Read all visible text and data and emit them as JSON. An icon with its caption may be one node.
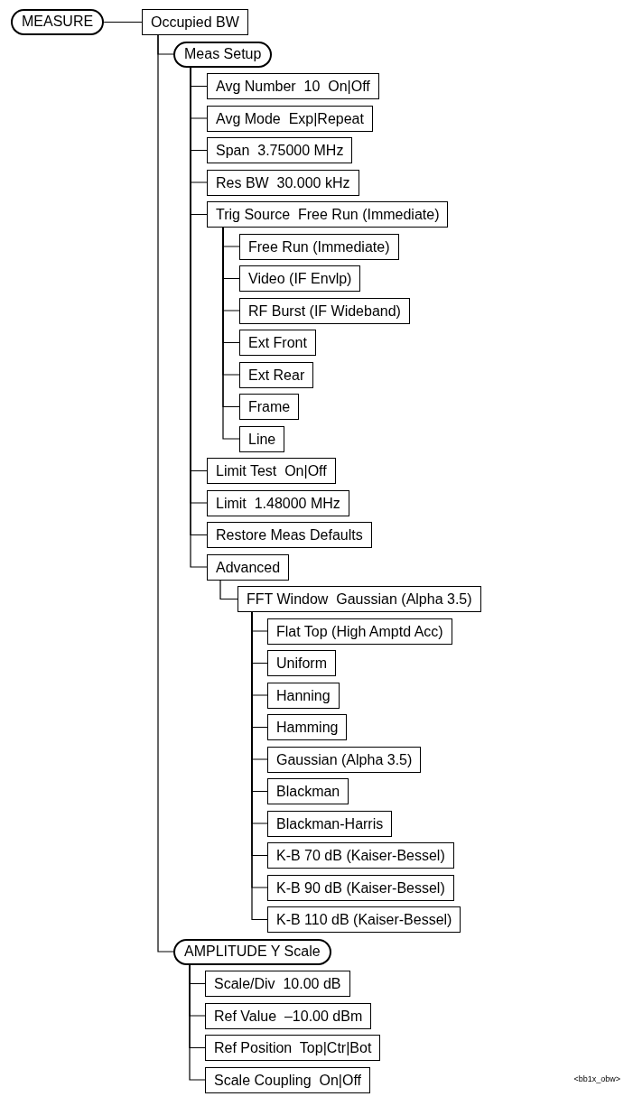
{
  "diagram": {
    "nodes": [
      {
        "text": [
          "MEASURE"
        ]
      },
      {
        "text": [
          "Occupied BW"
        ]
      },
      {
        "text": [
          "Meas Setup"
        ]
      },
      {
        "text": [
          "Avg Number  10  On|Off"
        ]
      },
      {
        "text": [
          "Avg Mode  Exp|Repeat"
        ]
      },
      {
        "text": [
          "Span  3.75000 MHz"
        ]
      },
      {
        "text": [
          "Res BW  30.000 kHz"
        ]
      },
      {
        "text": [
          "Trig Source  Free Run (Immediate)"
        ]
      },
      {
        "text": [
          "Free Run (Immediate)"
        ]
      },
      {
        "text": [
          "Video (IF Envlp)"
        ]
      },
      {
        "text": [
          "RF Burst (IF Wideband)"
        ]
      },
      {
        "text": [
          "Ext Front"
        ]
      },
      {
        "text": [
          "Ext Rear"
        ]
      },
      {
        "text": [
          "Frame"
        ]
      },
      {
        "text": [
          "Line"
        ]
      },
      {
        "text": [
          "Limit Test  On|Off"
        ]
      },
      {
        "text": [
          "Limit  1.48000 MHz"
        ]
      },
      {
        "text": [
          "Restore Meas Defaults"
        ]
      },
      {
        "text": [
          "Advanced"
        ]
      },
      {
        "text": [
          "FFT Window  Gaussian (Alpha 3.5)"
        ]
      },
      {
        "text": [
          "Flat Top (High Amptd Acc)"
        ]
      },
      {
        "text": [
          "Uniform"
        ]
      },
      {
        "text": [
          "Hanning"
        ]
      },
      {
        "text": [
          "Hamming"
        ]
      },
      {
        "text": [
          "Gaussian (Alpha 3.5)"
        ]
      },
      {
        "text": [
          "Blackman"
        ]
      },
      {
        "text": [
          "Blackman-Harris"
        ]
      },
      {
        "text": [
          "K-B 70 dB (Kaiser-Bessel)"
        ]
      },
      {
        "text": [
          "K-B 90 dB (Kaiser-Bessel)"
        ]
      },
      {
        "text": [
          "K-B 110 dB (Kaiser-Bessel)"
        ]
      },
      {
        "text": [
          "AMPLITUDE Y Scale"
        ]
      },
      {
        "text": [
          "Scale/Div  10.00 dB"
        ]
      },
      {
        "text": [
          "Ref Value  –10.00 dBm"
        ]
      },
      {
        "text": [
          "Ref Position  Top|Ctr|Bot"
        ]
      },
      {
        "text": [
          "Scale Coupling  On|Off"
        ]
      }
    ],
    "edges": [
      {
        "from": 0,
        "to": 1,
        "arrow": "none"
      },
      {
        "from": 1,
        "to": 2,
        "arrow": "none"
      },
      {
        "from": 2,
        "to": 3,
        "arrow": "none"
      },
      {
        "from": 2,
        "to": 4,
        "arrow": "none"
      },
      {
        "from": 2,
        "to": 5,
        "arrow": "none"
      },
      {
        "from": 2,
        "to": 6,
        "arrow": "none"
      },
      {
        "from": 2,
        "to": 7,
        "arrow": "none"
      },
      {
        "from": 7,
        "to": 8,
        "arrow": "none"
      },
      {
        "from": 7,
        "to": 9,
        "arrow": "none"
      },
      {
        "from": 7,
        "to": 10,
        "arrow": "none"
      },
      {
        "from": 7,
        "to": 11,
        "arrow": "none"
      },
      {
        "from": 7,
        "to": 12,
        "arrow": "none"
      },
      {
        "from": 7,
        "to": 13,
        "arrow": "none"
      },
      {
        "from": 7,
        "to": 14,
        "arrow": "none"
      },
      {
        "from": 2,
        "to": 15,
        "arrow": "none"
      },
      {
        "from": 2,
        "to": 16,
        "arrow": "none"
      },
      {
        "from": 2,
        "to": 17,
        "arrow": "none"
      },
      {
        "from": 2,
        "to": 18,
        "arrow": "none"
      },
      {
        "from": 18,
        "to": 19,
        "arrow": "none"
      },
      {
        "from": 19,
        "to": 20,
        "arrow": "none"
      },
      {
        "from": 19,
        "to": 21,
        "arrow": "none"
      },
      {
        "from": 19,
        "to": 22,
        "arrow": "none"
      },
      {
        "from": 19,
        "to": 23,
        "arrow": "none"
      },
      {
        "from": 19,
        "to": 24,
        "arrow": "none"
      },
      {
        "from": 19,
        "to": 25,
        "arrow": "none"
      },
      {
        "from": 19,
        "to": 26,
        "arrow": "none"
      },
      {
        "from": 19,
        "to": 27,
        "arrow": "none"
      },
      {
        "from": 19,
        "to": 28,
        "arrow": "none"
      },
      {
        "from": 19,
        "to": 29,
        "arrow": "none"
      },
      {
        "from": 1,
        "to": 30,
        "arrow": "none"
      },
      {
        "from": 30,
        "to": 31,
        "arrow": "none"
      },
      {
        "from": 30,
        "to": 32,
        "arrow": "none"
      },
      {
        "from": 30,
        "to": 33,
        "arrow": "none"
      },
      {
        "from": 30,
        "to": 34,
        "arrow": "none"
      }
    ],
    "labels": [
      "<bb1x_obw>"
    ]
  }
}
